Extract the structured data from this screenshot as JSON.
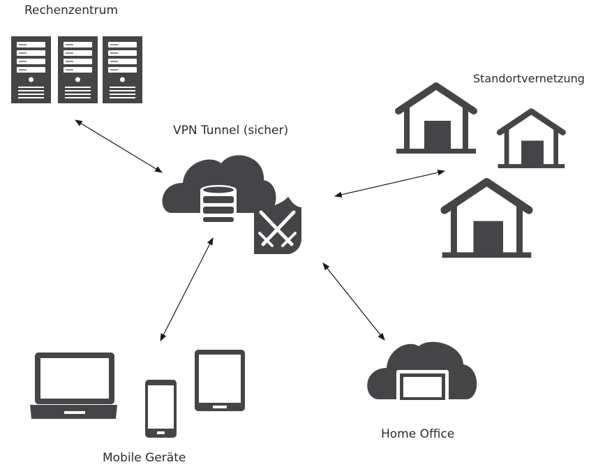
{
  "labels": {
    "datacenter": "Rechenzentrum",
    "vpn": "VPN Tunnel (sicher)",
    "sites": "Standortvernetzung",
    "mobile": "Mobile Geräte",
    "home": "Home Office"
  },
  "colors": {
    "icon": "#454447",
    "background": "#ffffff",
    "line": "#1a1a1a"
  },
  "icons": [
    "server-rack-icon",
    "cloud-database-icon",
    "shield-swords-icon",
    "house-icon",
    "laptop-icon",
    "smartphone-icon",
    "tablet-icon",
    "cloud-monitor-icon"
  ]
}
